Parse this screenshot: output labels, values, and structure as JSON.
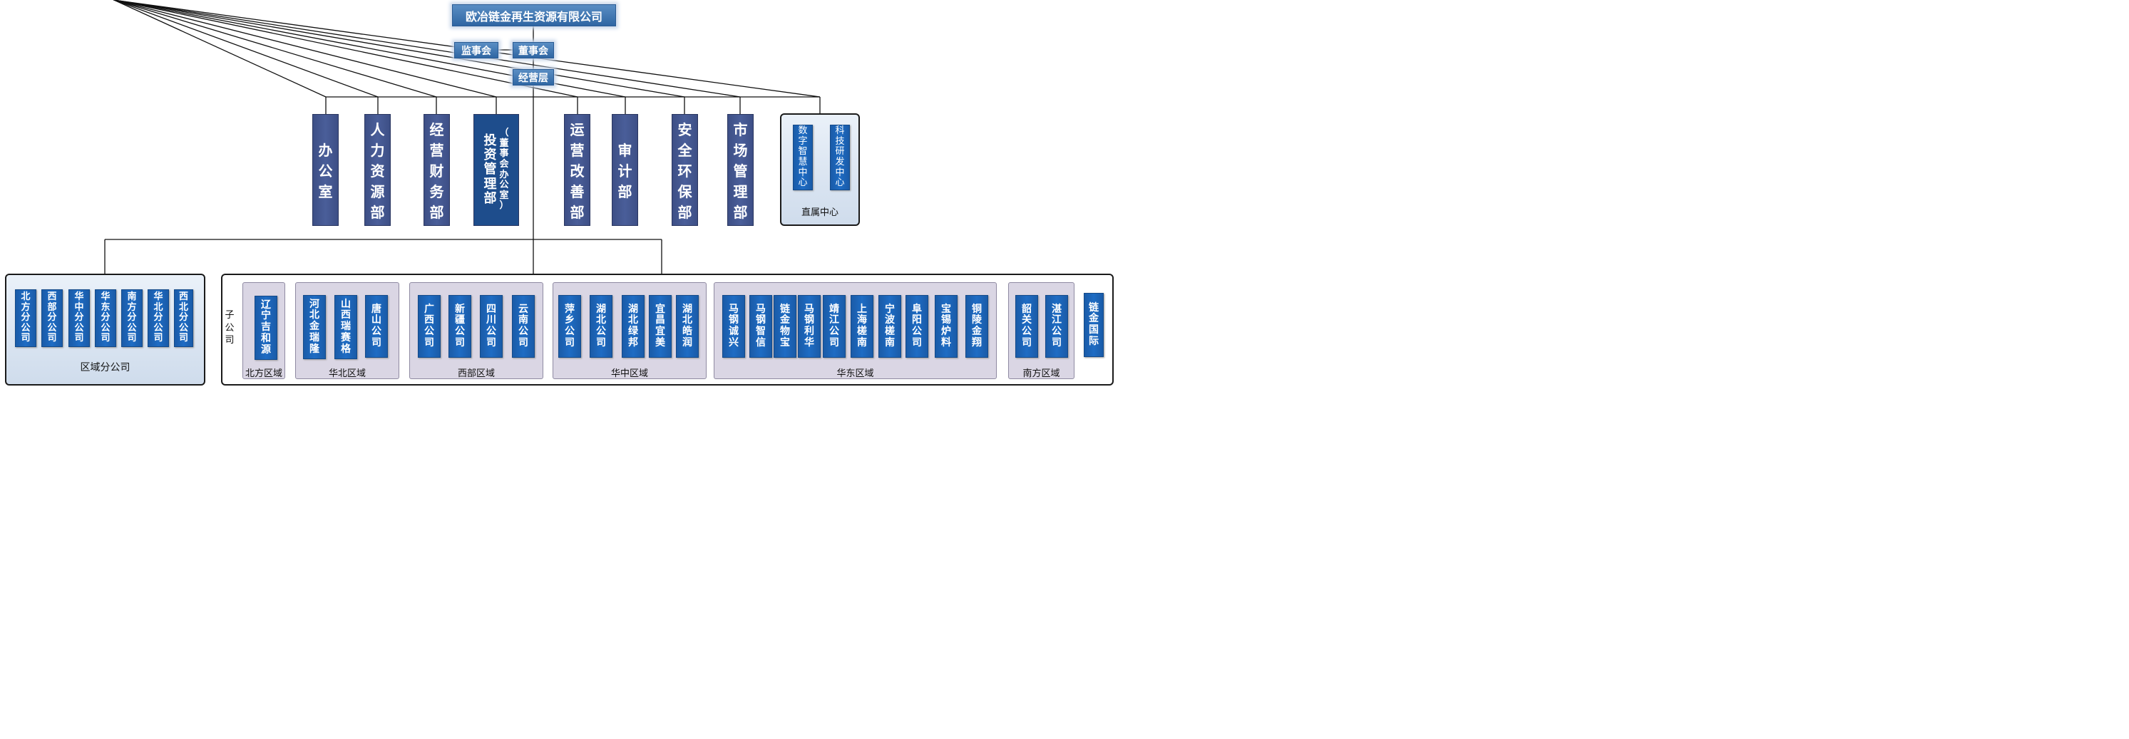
{
  "company": "欧冶链金再生资源有限公司",
  "supervisors": "监事会",
  "board": "董事会",
  "management": "经营层",
  "departments": [
    {
      "name": "办公室"
    },
    {
      "name": "人力资源部"
    },
    {
      "name": "经营财务部"
    },
    {
      "name": "投资管理部",
      "sub": "（董事会办公室）"
    },
    {
      "name": "运营改善部"
    },
    {
      "name": "审计部"
    },
    {
      "name": "安全环保部"
    },
    {
      "name": "市场管理部"
    }
  ],
  "direct_centers": {
    "label": "直属中心",
    "items": [
      "数字智慧中心",
      "科技研发中心"
    ]
  },
  "regional_branches": {
    "label": "区域分公司",
    "items": [
      "北方分公司",
      "西部分公司",
      "华中分公司",
      "华东分公司",
      "南方分公司",
      "华北分公司",
      "西北分公司"
    ]
  },
  "subsidiaries": {
    "label": "子公司",
    "regions": [
      {
        "name": "北方区域",
        "companies": [
          "辽宁吉和源"
        ]
      },
      {
        "name": "华北区域",
        "companies": [
          "河北金瑞隆",
          "山西瑞赛格",
          "唐山公司"
        ]
      },
      {
        "name": "西部区域",
        "companies": [
          "广西公司",
          "新疆公司",
          "四川公司",
          "云南公司"
        ]
      },
      {
        "name": "华中区域",
        "companies": [
          "萍乡公司",
          "湖北公司",
          "湖北绿邦",
          "宜昌宜美",
          "湖北皓润"
        ]
      },
      {
        "name": "华东区域",
        "companies": [
          "马钢诚兴",
          "马钢智信",
          "链金物宝",
          "马钢利华",
          "靖江公司",
          "上海槎南",
          "宁波槎南",
          "阜阳公司",
          "宝锡炉料",
          "铜陵金翔"
        ]
      },
      {
        "name": "南方区域",
        "companies": [
          "韶关公司",
          "湛江公司"
        ]
      }
    ],
    "standalone": [
      "链金国际"
    ]
  }
}
